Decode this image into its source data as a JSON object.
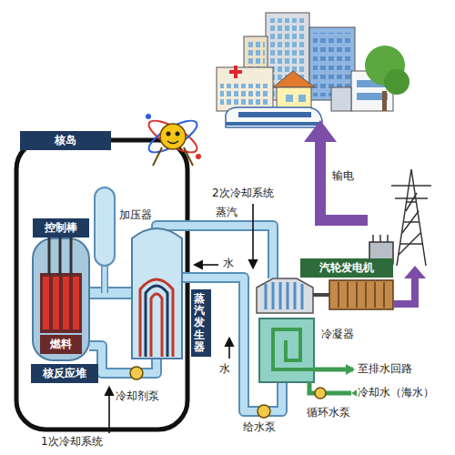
{
  "diagram": {
    "nodes": [
      {
        "text": [
          "核岛"
        ]
      },
      {
        "text": [
          "控制棒"
        ]
      },
      {
        "text": [
          "燃料"
        ]
      },
      {
        "text": [
          "核反应堆"
        ]
      },
      {
        "text": [
          "蒸汽发生器"
        ]
      },
      {
        "text": [
          "汽轮发电机"
        ]
      }
    ],
    "labels": [
      "输电",
      "2次冷却系统",
      "加压器",
      "蒸汽",
      "水",
      "冷凝器",
      "水",
      "至排水回路",
      "冷却剂泵",
      "冷却水（海水）",
      "循环水泵",
      "给水泵",
      "1次冷却系统"
    ]
  }
}
